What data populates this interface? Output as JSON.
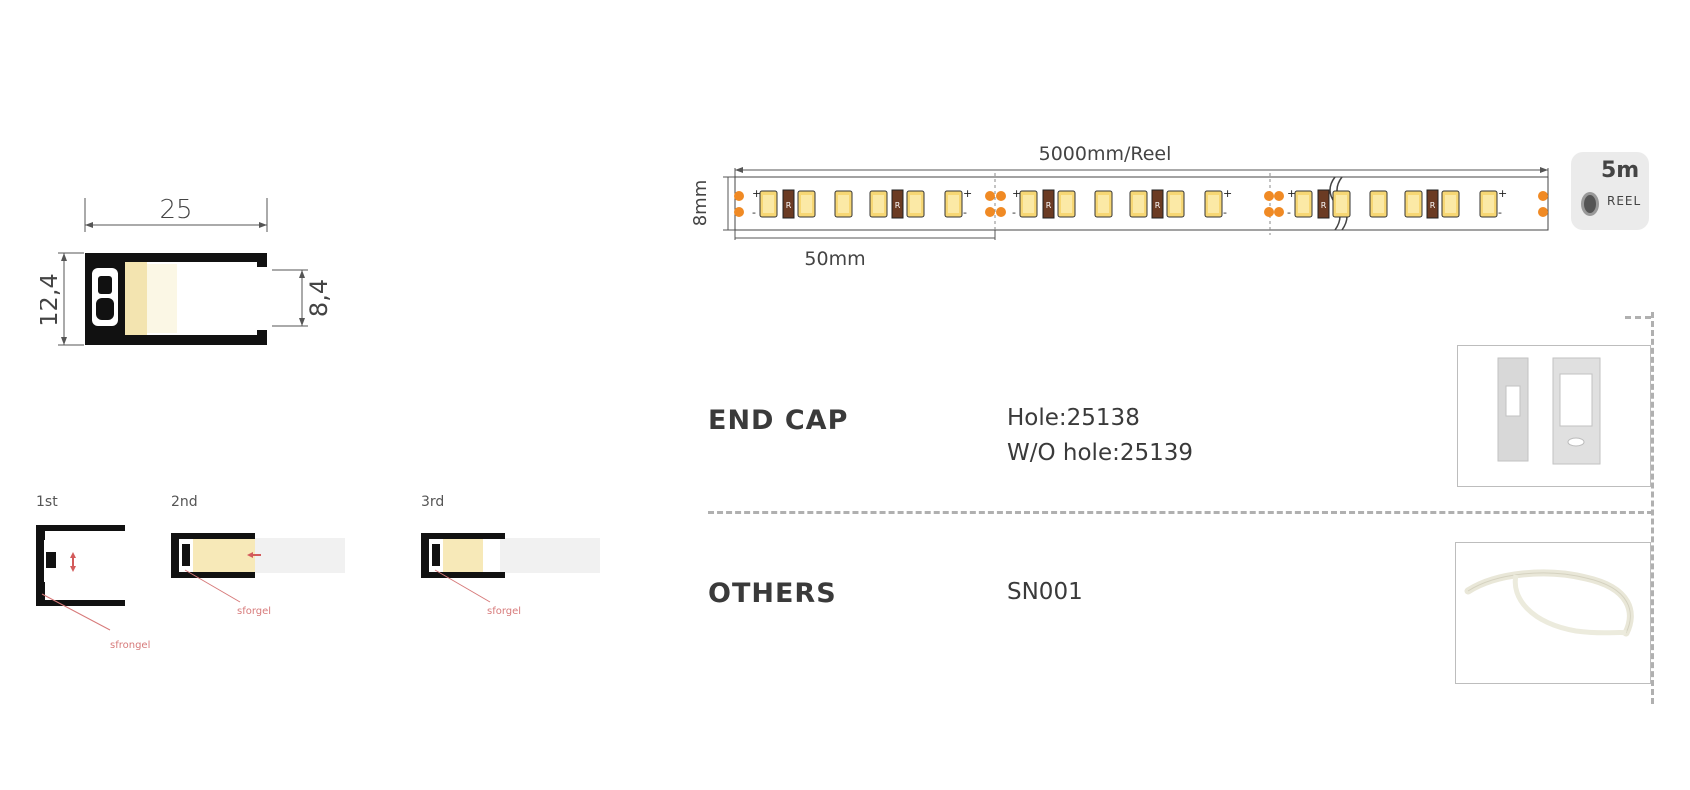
{
  "profile": {
    "width_label": "25",
    "height_label": "12,4",
    "inner_height_label": "8,4"
  },
  "install_steps": [
    {
      "label": "1st",
      "note": "sfrongel"
    },
    {
      "label": "2nd",
      "note": "sforgel"
    },
    {
      "label": "3rd",
      "note": "sforgel"
    }
  ],
  "strip": {
    "length_label": "5000mm/Reel",
    "width_label": "8mm",
    "cut_label": "50mm",
    "resistor_mark": "R",
    "plus": "+",
    "minus": "-"
  },
  "reel": {
    "size": "5m",
    "unit": "REEL"
  },
  "accessories": [
    {
      "name": "END CAP",
      "values": [
        "Hole:25138",
        "W/O hole:25139"
      ]
    },
    {
      "name": "OTHERS",
      "values": [
        "SN001"
      ]
    }
  ],
  "colors": {
    "profile_black": "#111111",
    "led_yellow": "#f7d774",
    "solder_orange": "#f08a24",
    "resistor_brown": "#6b3b23",
    "divider_gray": "#b0b0b0",
    "annotation_red": "#d77a7a"
  }
}
